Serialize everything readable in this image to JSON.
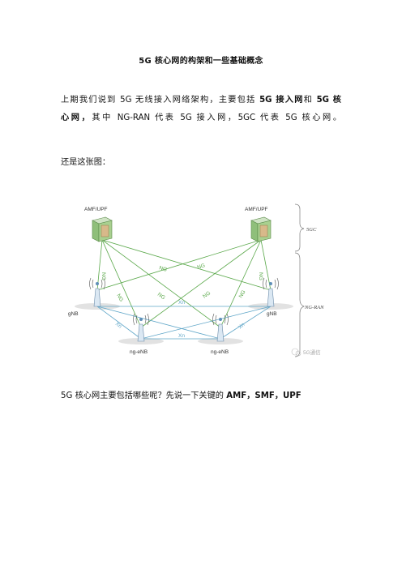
{
  "title": "5G 核心网的构架和一些基础概念",
  "para1": {
    "l1_a": "上期我们说到 5G 无线接入网络架构，主要包括 ",
    "l1_b": "5G 接入网",
    "l1_c": "和 ",
    "l1_d": "5G 核",
    "l2_a": "心网，",
    "l2_b": "其中 NG-RAN 代表 5G 接入网，5GC 代表 5G 核心网。"
  },
  "para2": "还是这张图：",
  "para3": {
    "a": "5G 核心网主要包括哪些呢？先说一下关键的 ",
    "b": "AMF，SMF，UPF"
  },
  "diagram": {
    "amf_left": "AMF/UPF",
    "amf_right": "AMF/UPF",
    "label_5gc": "5GC",
    "label_ngran": "NG-RAN",
    "gnb_left": "gNB",
    "gnb_right": "gNB",
    "ngenb_left": "ng-eNB",
    "ngenb_right": "ng-eNB",
    "ng": "NG",
    "xn": "Xn",
    "watermark": "5G通信",
    "colors": {
      "ng_line": "#5aa84a",
      "xn_line": "#5fa6c8",
      "brace": "#7c7c7c"
    }
  }
}
